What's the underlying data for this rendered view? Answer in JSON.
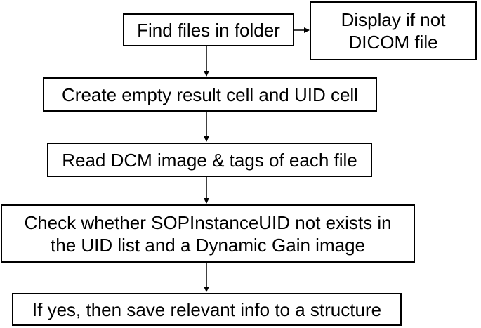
{
  "flowchart": {
    "find_files": "Find files in folder",
    "display_not_dicom": {
      "line1": "Display if not",
      "line2": "DICOM file"
    },
    "create_cells": "Create empty result cell and UID cell",
    "read_dcm": "Read DCM image & tags of each file",
    "check_uid": {
      "line1": "Check whether SOPInstanceUID not exists in",
      "line2": "the UID list and a Dynamic Gain image"
    },
    "save_info": "If yes, then save relevant info to a structure"
  }
}
